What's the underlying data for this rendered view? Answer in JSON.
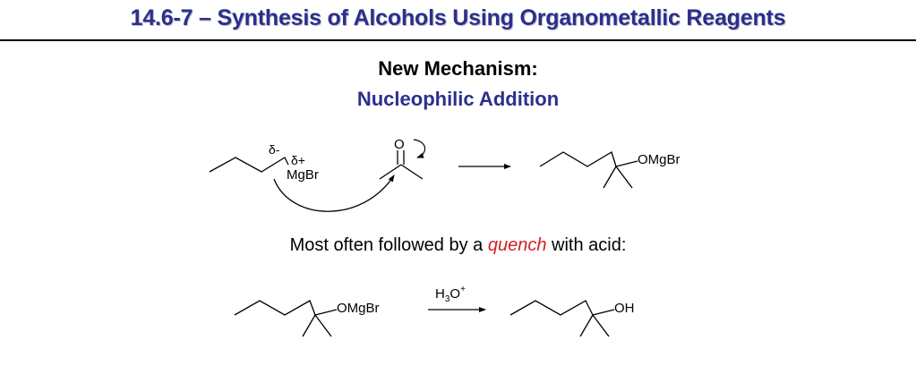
{
  "slide": {
    "title": "14.6-7 – Synthesis of Alcohols Using Organometallic Reagents",
    "subtitle_line1": "New Mechanism:",
    "subtitle_line2": "Nucleophilic Addition"
  },
  "mechanism": {
    "delta_minus": "δ-",
    "delta_plus": "δ+",
    "grignard_label": "MgBr",
    "carbonyl_oxygen": "O",
    "product_group": "OMgBr"
  },
  "quench": {
    "text_before": "Most often followed by a ",
    "emphasis": "quench",
    "text_after": " with acid:",
    "reactant_group": "OMgBr",
    "reagent_H": "H",
    "reagent_sub": "3",
    "reagent_O": "O",
    "reagent_sup": "+",
    "product_group": "OH"
  },
  "colors": {
    "title": "#2b2f8c",
    "emphasis": "#d41e1e",
    "structure": "#000000"
  }
}
